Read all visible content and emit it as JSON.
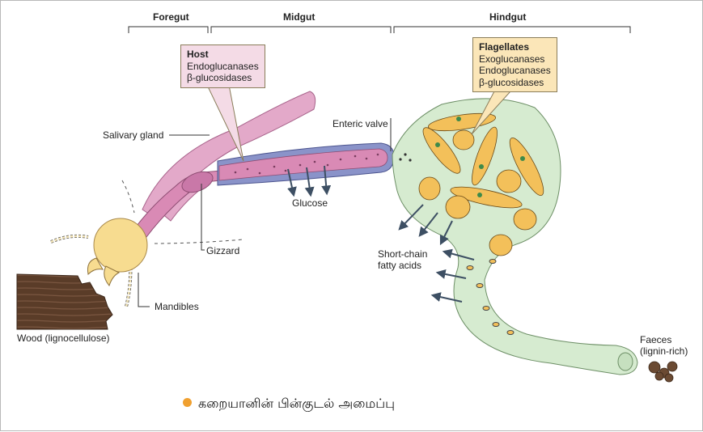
{
  "sections": {
    "foregut": "Foregut",
    "midgut": "Midgut",
    "hindgut": "Hindgut"
  },
  "host_box": {
    "title": "Host",
    "lines": [
      "Endoglucanases",
      "β-glucosidases"
    ],
    "fill": "#f4dbe6"
  },
  "flagellates_box": {
    "title": "Flagellates",
    "lines": [
      "Exoglucanases",
      "Endoglucanases",
      "β-glucosidases"
    ],
    "fill": "#fbe6b8"
  },
  "labels": {
    "salivary_gland": "Salivary gland",
    "enteric_valve": "Enteric valve",
    "glucose": "Glucose",
    "gizzard": "Gizzard",
    "mandibles": "Mandibles",
    "wood": "Wood (lignocellulose)",
    "short_chain": "Short-chain",
    "fatty_acids": "fatty acids",
    "faeces": "Faeces",
    "faeces_sub": "(lignin-rich)"
  },
  "caption": "கறையானின் பின்குடல் அமைப்பு",
  "colors": {
    "gut_pink": "#d98ab5",
    "midgut_blue": "#8a93c9",
    "hindgut_green": "#d6ebd0",
    "head_yellow": "#f7dc90",
    "wood_brown": "#5a3c28",
    "arrow": "#3d4f63",
    "caption_dot": "#f0a030"
  },
  "icons": [
    "termite-head-icon",
    "flagellate-icon",
    "arrow-icon"
  ]
}
